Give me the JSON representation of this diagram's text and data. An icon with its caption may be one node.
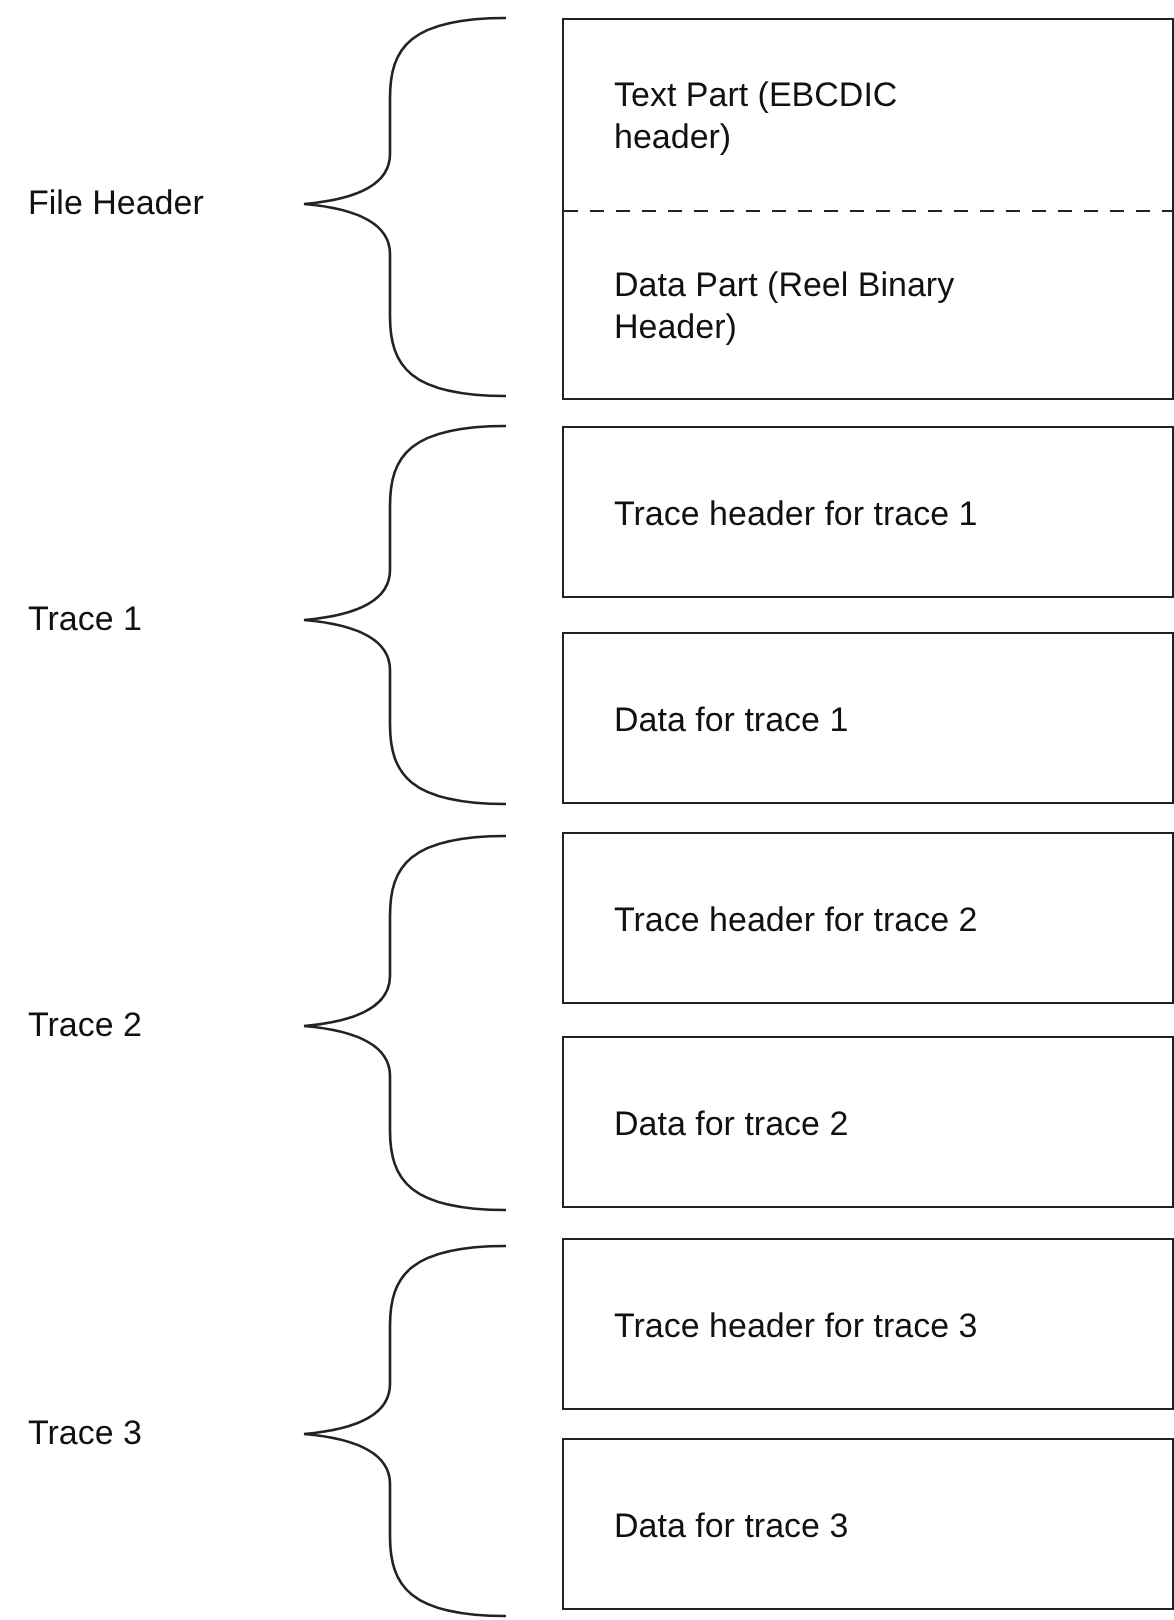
{
  "diagram": {
    "nodes": [
      {
        "text": [
          "Text Part (EBCDIC header)",
          "Data Part (Reel Binary Header)"
        ]
      },
      {
        "text": [
          "Trace header for trace 1"
        ]
      },
      {
        "text": [
          "Data for trace 1"
        ]
      },
      {
        "text": [
          "Trace header for trace 2"
        ]
      },
      {
        "text": [
          "Data for trace 2"
        ]
      },
      {
        "text": [
          "Trace header for trace 3"
        ]
      },
      {
        "text": [
          "Data for trace 3"
        ]
      }
    ],
    "labels": [
      "File Header",
      "Trace 1",
      "Trace 2",
      "Trace 3"
    ]
  }
}
